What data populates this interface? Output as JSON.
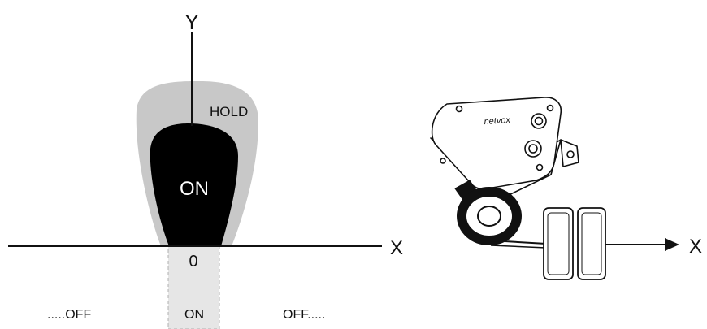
{
  "diagram": {
    "axis_y_label": "Y",
    "axis_x_label": "X",
    "origin_label": "0",
    "hold_label": "HOLD",
    "on_region_label": "ON",
    "bottom_left_label": ".....OFF",
    "bottom_center_label": "ON",
    "bottom_right_label": "OFF.....",
    "device_axis_label": "X"
  },
  "device": {
    "brand_label": "netvox"
  },
  "colors": {
    "hold_zone": "#c8c8c8",
    "on_zone": "#000000",
    "on_strip": "#e6e6e6",
    "axis": "#111111"
  },
  "icons": {
    "sensor": "netvox-sensor-device-icon",
    "magnet": "magnet-pair-icon",
    "arrow": "arrow-right-icon"
  }
}
